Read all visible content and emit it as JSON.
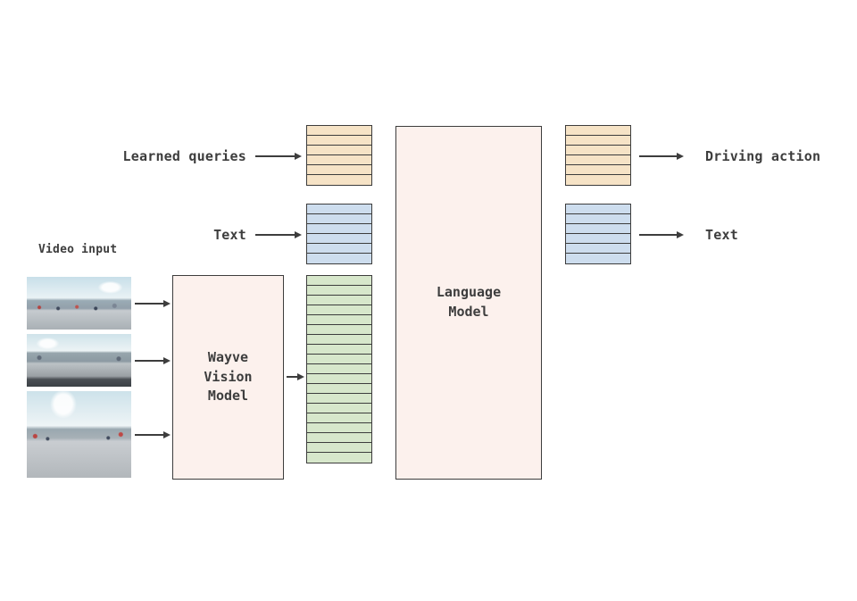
{
  "diagram": {
    "labels": {
      "learned_queries": "Learned queries",
      "text_input": "Text",
      "video_input": "Video input",
      "driving_action": "Driving action",
      "text_output": "Text"
    },
    "boxes": {
      "vision_model": {
        "label_lines": [
          "Wayve",
          "Vision",
          "Model"
        ]
      },
      "language_model": {
        "label_lines": [
          "Language",
          "Model"
        ]
      }
    },
    "token_stacks": {
      "learned_queries_tokens": {
        "color": "#f6e3c6",
        "count": 6
      },
      "text_input_tokens": {
        "color": "#cdddee",
        "count": 6
      },
      "vision_tokens": {
        "color": "#d7e7cb",
        "count": 19
      },
      "driving_action_tokens": {
        "color": "#f6e3c6",
        "count": 6
      },
      "text_output_tokens": {
        "color": "#cdddee",
        "count": 6
      }
    },
    "colors": {
      "model_box_fill": "#fcf1ed",
      "border": "#3d3d3d",
      "text": "#3d3d3d",
      "background": "#ffffff"
    }
  }
}
